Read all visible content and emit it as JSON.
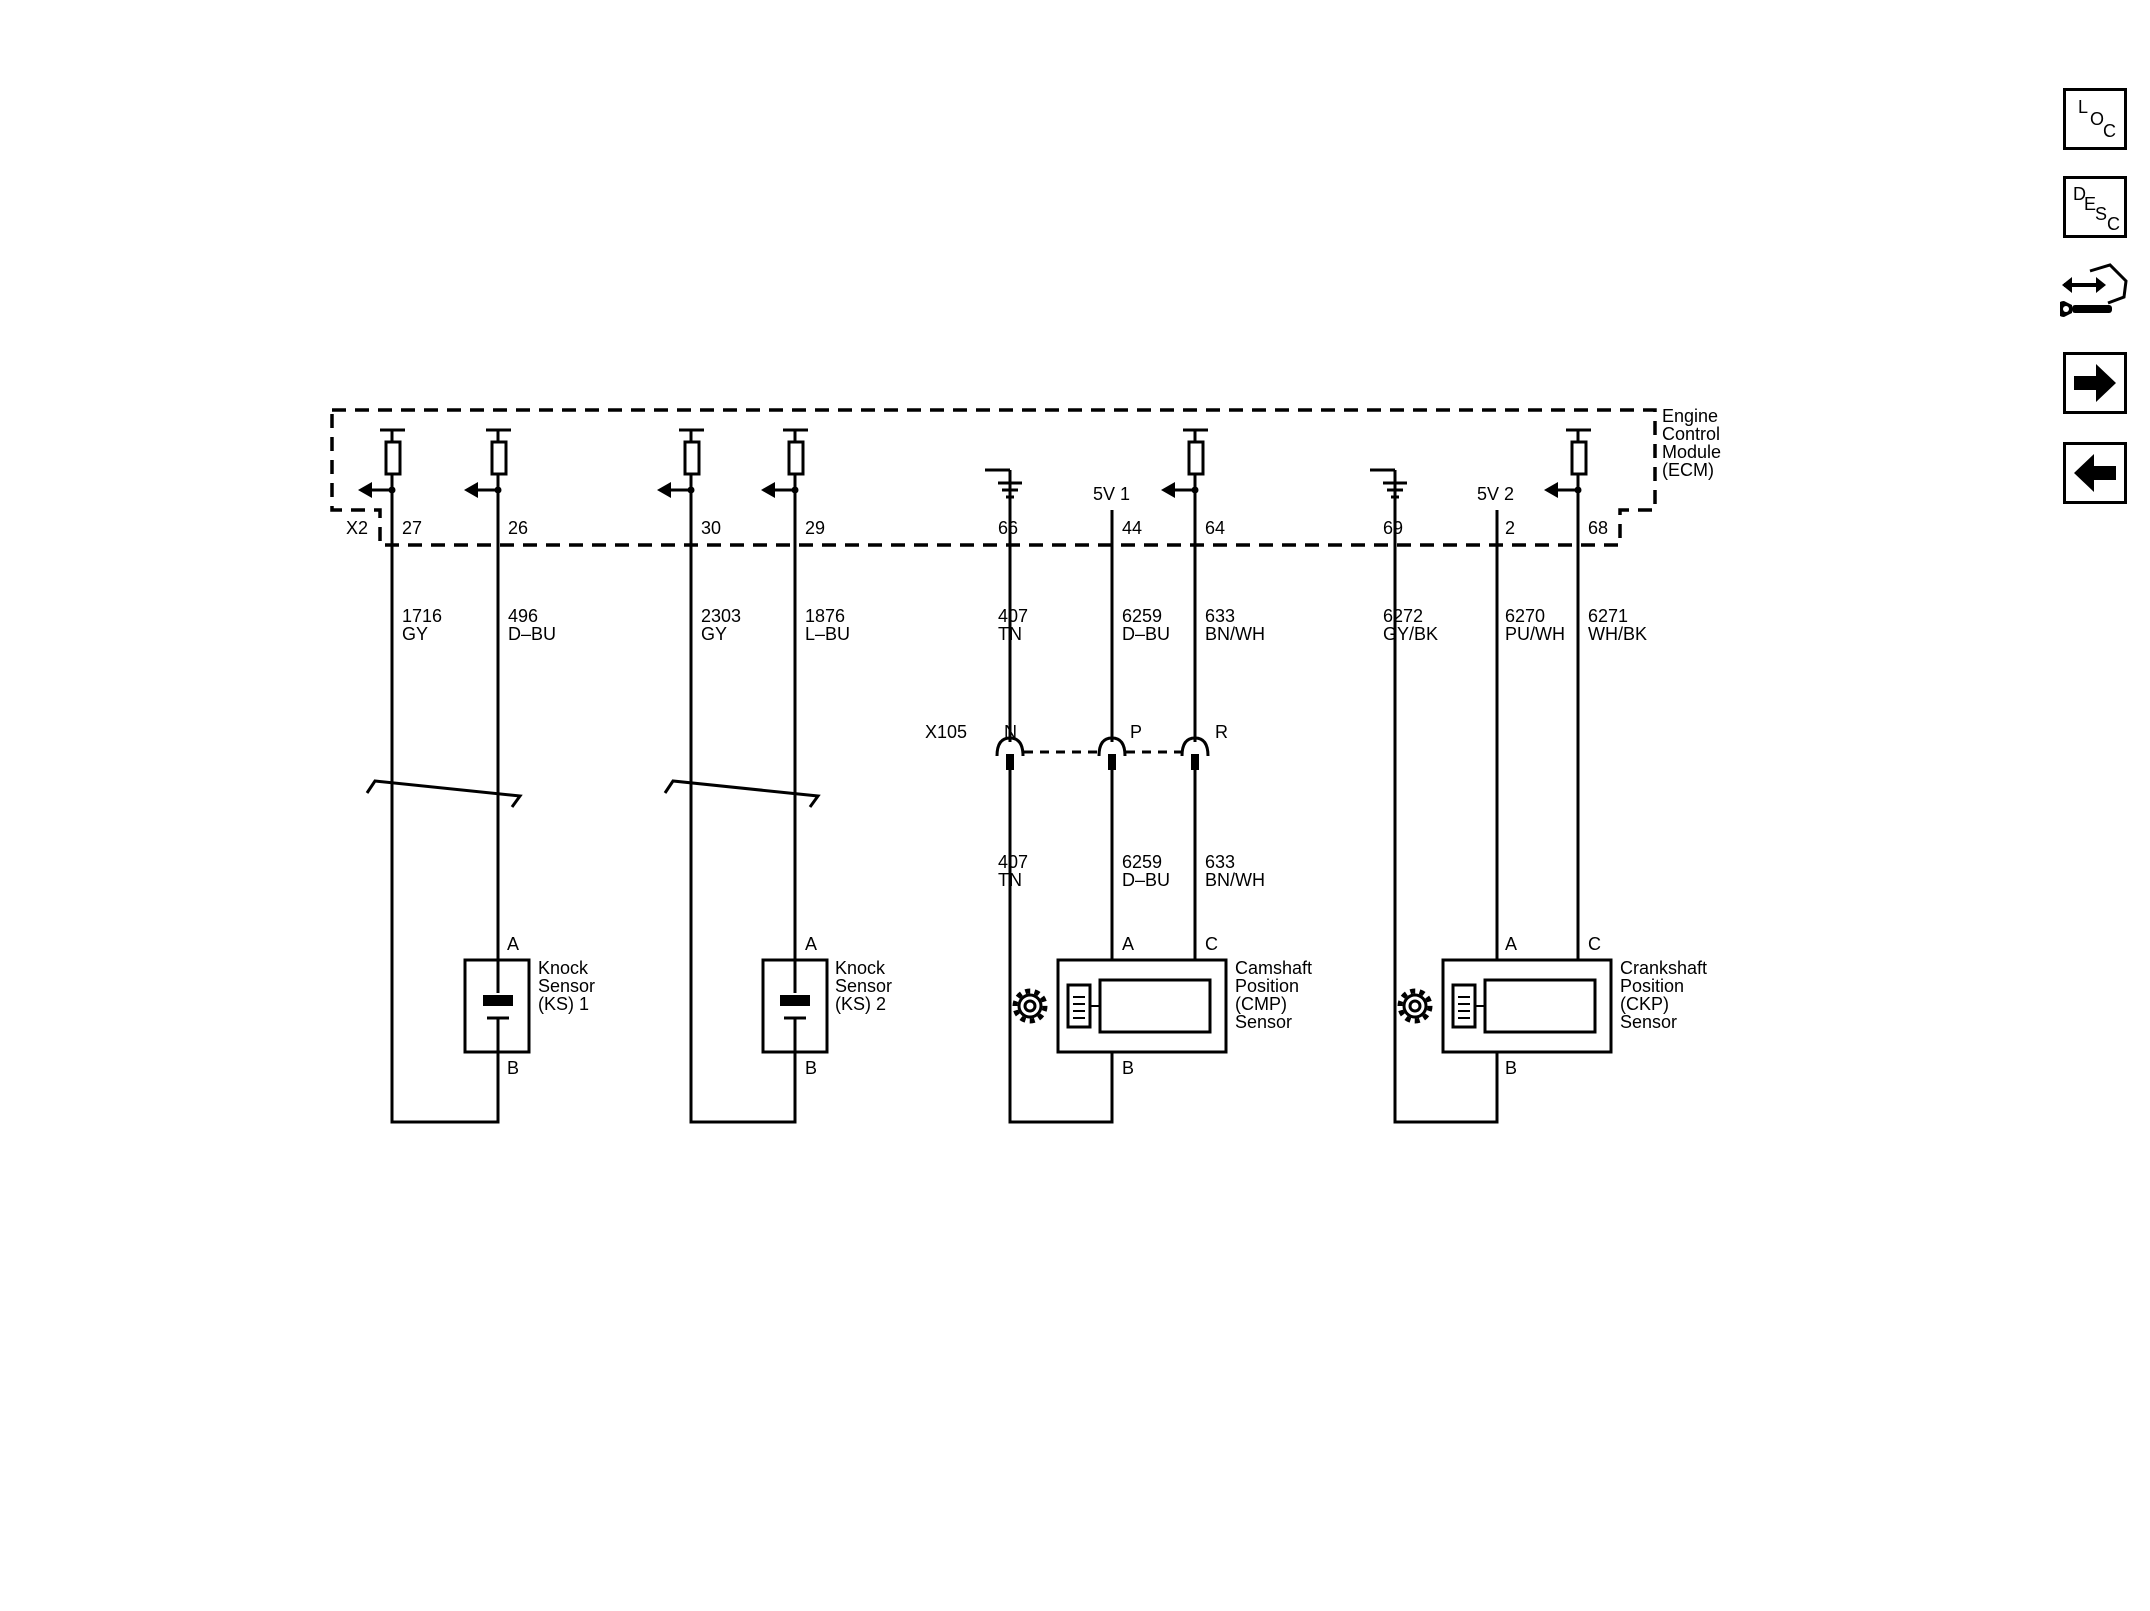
{
  "ecm": {
    "label_lines": [
      "Engine",
      "Control",
      "Module",
      "(ECM)"
    ],
    "connector": "X2",
    "pins": [
      "27",
      "26",
      "30",
      "29",
      "66",
      "44",
      "64",
      "69",
      "2",
      "68"
    ],
    "supply_1": "5V 1",
    "supply_2": "5V 2"
  },
  "wires": [
    {
      "circuit": "1716",
      "color": "GY"
    },
    {
      "circuit": "496",
      "color": "D–BU"
    },
    {
      "circuit": "2303",
      "color": "GY"
    },
    {
      "circuit": "1876",
      "color": "L–BU"
    },
    {
      "circuit": "407",
      "color": "TN"
    },
    {
      "circuit": "6259",
      "color": "D–BU"
    },
    {
      "circuit": "633",
      "color": "BN/WH"
    },
    {
      "circuit": "6272",
      "color": "GY/BK"
    },
    {
      "circuit": "6270",
      "color": "PU/WH"
    },
    {
      "circuit": "6271",
      "color": "WH/BK"
    }
  ],
  "inline_connector": {
    "name": "X105",
    "pins": [
      "N",
      "P",
      "R"
    ],
    "lower_wires": [
      {
        "circuit": "407",
        "color": "TN"
      },
      {
        "circuit": "6259",
        "color": "D–BU"
      },
      {
        "circuit": "633",
        "color": "BN/WH"
      }
    ]
  },
  "components": {
    "ks1": {
      "label_lines": [
        "Knock",
        "Sensor",
        "(KS) 1"
      ],
      "pin_a": "A",
      "pin_b": "B"
    },
    "ks2": {
      "label_lines": [
        "Knock",
        "Sensor",
        "(KS) 2"
      ],
      "pin_a": "A",
      "pin_b": "B"
    },
    "cmp": {
      "label_lines": [
        "Camshaft",
        "Position",
        "(CMP)",
        "Sensor"
      ],
      "pin_a": "A",
      "pin_c": "C",
      "pin_b": "B"
    },
    "ckp": {
      "label_lines": [
        "Crankshaft",
        "Position",
        "(CKP)",
        "Sensor"
      ],
      "pin_a": "A",
      "pin_c": "C",
      "pin_b": "B"
    }
  },
  "nav": {
    "loc": [
      "L",
      "O",
      "C"
    ],
    "desc": [
      "D",
      "E",
      "S",
      "C"
    ]
  }
}
